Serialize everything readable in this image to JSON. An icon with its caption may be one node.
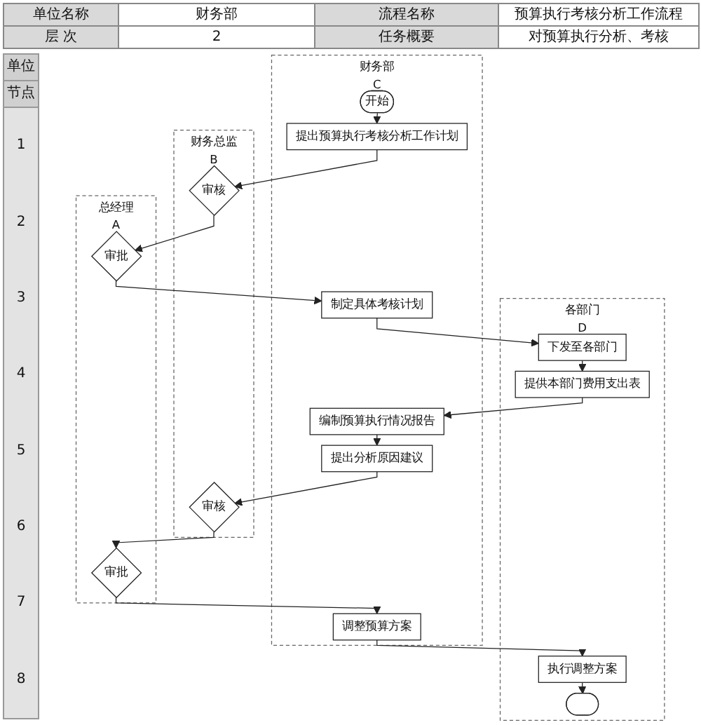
{
  "diagram": {
    "nodes": [
      {
        "text": [
          "总经理",
          "A"
        ]
      },
      {
        "text": [
          "财务总监",
          "B"
        ]
      },
      {
        "text": [
          "财务部",
          "C"
        ]
      },
      {
        "text": [
          "各部门",
          "D"
        ]
      },
      {
        "text": [
          "开始"
        ],
        "in": 2
      },
      {
        "text": [
          "审批"
        ],
        "in": 0
      },
      {
        "text": [
          "审核"
        ],
        "in": 1
      },
      {
        "text": [
          "提出预算执行考核分析工作计划"
        ],
        "in": 2
      },
      {
        "text": [
          "制定具体考核计划"
        ],
        "in": 2
      },
      {
        "text": [
          "下发至各部门"
        ],
        "in": 3
      },
      {
        "text": [
          "编制预算执行情况报告"
        ],
        "in": 2
      },
      {
        "text": [
          "提供本部门费用支出表"
        ],
        "in": 3
      },
      {
        "text": [
          "审批"
        ],
        "in": 0
      },
      {
        "text": [
          "审核"
        ],
        "in": 1
      },
      {
        "text": [
          "提出分析原因建议"
        ],
        "in": 2
      },
      {
        "text": [
          "调整预算方案"
        ],
        "in": 2
      },
      {
        "text": [
          "执行调整方案"
        ],
        "in": 3
      },
      {
        "text": [],
        "shape": "ellipse",
        "in": 3
      }
    ],
    "edges": [
      {
        "from": 4,
        "to": 7,
        "arrow": "to"
      },
      {
        "from": 7,
        "to": 6,
        "arrow": "to"
      },
      {
        "from": 6,
        "to": 5,
        "arrow": "to"
      },
      {
        "from": 5,
        "to": 8,
        "arrow": "to"
      },
      {
        "from": 8,
        "to": 9,
        "arrow": "to"
      },
      {
        "from": 9,
        "to": 11,
        "arrow": "to"
      },
      {
        "from": 11,
        "to": 10,
        "arrow": "to"
      },
      {
        "from": 10,
        "to": 14,
        "arrow": "to"
      },
      {
        "from": 14,
        "to": 13,
        "arrow": "to"
      },
      {
        "from": 13,
        "to": 12,
        "arrow": "to"
      },
      {
        "from": 12,
        "to": 15,
        "arrow": "to"
      },
      {
        "from": 15,
        "to": 16,
        "arrow": "to"
      },
      {
        "from": 16,
        "to": 17,
        "arrow": "to"
      }
    ],
    "labels": [
      "单位名称",
      "财务部",
      "流程名称",
      "预算执行考核分析工作流程",
      "层 次",
      "2",
      "任务概要",
      "对预算执行分析、考核",
      "单位",
      "节点",
      "1",
      "2",
      "3",
      "4",
      "5",
      "6",
      "7",
      "8"
    ]
  }
}
